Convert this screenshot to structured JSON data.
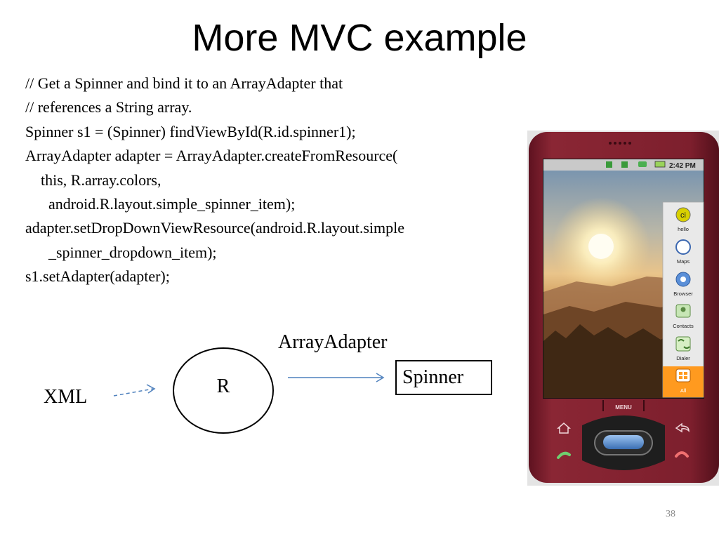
{
  "slide": {
    "title": "More MVC example",
    "page_number": "38"
  },
  "code_lines": [
    "// Get a Spinner and bind it to an ArrayAdapter that",
    "// references a String array.",
    "Spinner s1 = (Spinner) findViewById(R.id.spinner1);",
    "ArrayAdapter adapter = ArrayAdapter.createFromResource(",
    "    this, R.array.colors,",
    "      android.R.layout.simple_spinner_item);",
    "adapter.setDropDownViewResource(android.R.layout.simple",
    "      _spinner_dropdown_item);",
    "s1.setAdapter(adapter);"
  ],
  "diagram": {
    "xml_label": "XML",
    "r_label": "R",
    "adapter_label": "ArrayAdapter",
    "spinner_label": "Spinner",
    "arrow_color": "#4f81bd"
  },
  "phone": {
    "status_time": "2:42 PM",
    "menu_label": "MENU",
    "body_color": "#7a1f2b",
    "apps": [
      {
        "label": "hello",
        "icon": "hello-app-icon"
      },
      {
        "label": "Maps",
        "icon": "maps-app-icon"
      },
      {
        "label": "Browser",
        "icon": "browser-app-icon"
      },
      {
        "label": "Contacts",
        "icon": "contacts-app-icon"
      },
      {
        "label": "Dialer",
        "icon": "dialer-app-icon"
      },
      {
        "label": "All",
        "icon": "all-apps-icon"
      }
    ]
  }
}
